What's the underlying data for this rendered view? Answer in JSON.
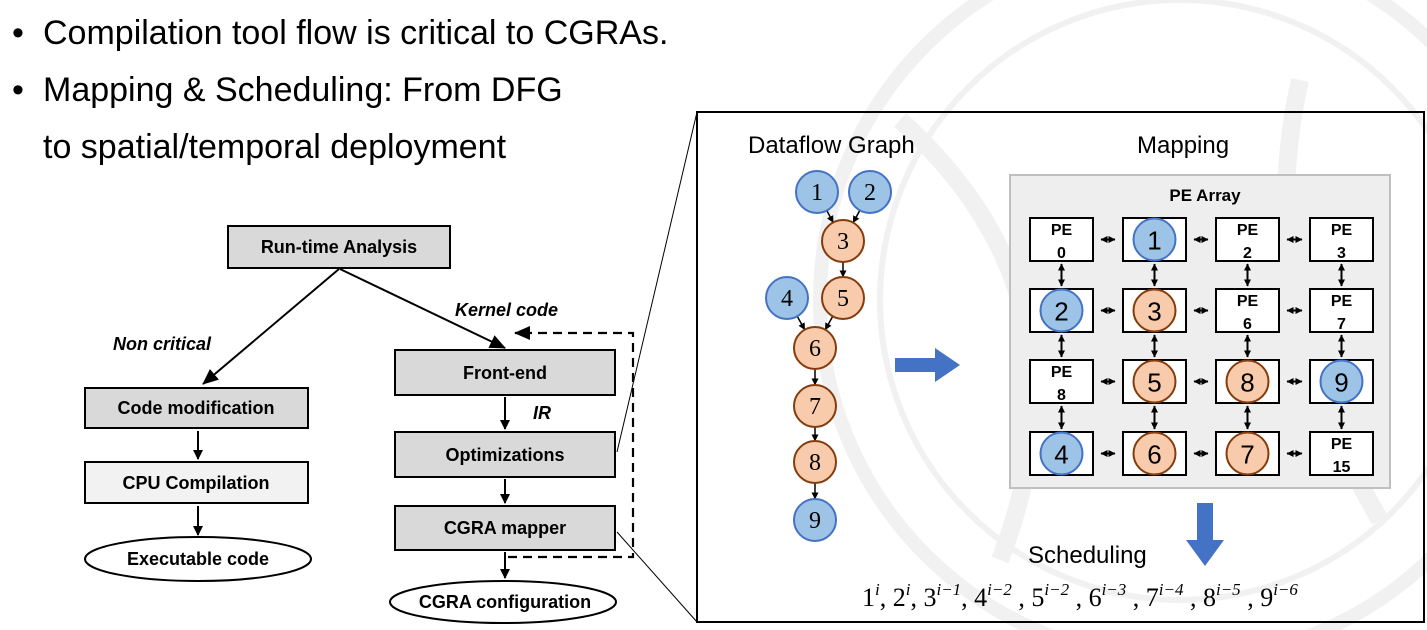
{
  "bullets": [
    "Compilation tool flow is critical to CGRAs.",
    "Mapping & Scheduling: From DFG",
    "to spatial/temporal deployment"
  ],
  "bullet_symbol": "•",
  "flowchart": {
    "runtime_analysis": "Run-time Analysis",
    "non_critical": "Non critical",
    "kernel_code": "Kernel code",
    "code_modification": "Code modification",
    "cpu_compilation": "CPU Compilation",
    "executable_code": "Executable code",
    "front_end": "Front-end",
    "ir": "IR",
    "optimizations": "Optimizations",
    "cgra_mapper": "CGRA mapper",
    "cgra_configuration": "CGRA configuration"
  },
  "panel": {
    "dataflow_title": "Dataflow Graph",
    "mapping_title": "Mapping",
    "pe_array_title": "PE Array",
    "scheduling_title": "Scheduling"
  },
  "colors": {
    "blue_fill": "#9dc3e6",
    "blue_stroke": "#4472c4",
    "orange_fill": "#f8cbad",
    "orange_stroke": "#843c0c",
    "arrow_blue": "#4472c4",
    "box_gray": "#d9d9d9",
    "box_light": "#f2f2f2"
  },
  "dfg": {
    "nodes": [
      {
        "id": "1",
        "color": "blue"
      },
      {
        "id": "2",
        "color": "blue"
      },
      {
        "id": "3",
        "color": "orange"
      },
      {
        "id": "4",
        "color": "blue"
      },
      {
        "id": "5",
        "color": "orange"
      },
      {
        "id": "6",
        "color": "orange"
      },
      {
        "id": "7",
        "color": "orange"
      },
      {
        "id": "8",
        "color": "orange"
      },
      {
        "id": "9",
        "color": "blue"
      }
    ],
    "edges": [
      [
        "1",
        "3"
      ],
      [
        "2",
        "3"
      ],
      [
        "3",
        "5"
      ],
      [
        "4",
        "6"
      ],
      [
        "5",
        "6"
      ],
      [
        "6",
        "7"
      ],
      [
        "7",
        "8"
      ],
      [
        "8",
        "9"
      ]
    ]
  },
  "pe_grid": [
    {
      "pe": "PE",
      "num": "0"
    },
    {
      "node": "1",
      "color": "blue"
    },
    {
      "pe": "PE",
      "num": "2"
    },
    {
      "pe": "PE",
      "num": "3"
    },
    {
      "node": "2",
      "color": "blue"
    },
    {
      "node": "3",
      "color": "orange"
    },
    {
      "pe": "PE",
      "num": "6"
    },
    {
      "pe": "PE",
      "num": "7"
    },
    {
      "pe": "PE",
      "num": "8"
    },
    {
      "node": "5",
      "color": "orange"
    },
    {
      "node": "8",
      "color": "orange"
    },
    {
      "node": "9",
      "color": "blue"
    },
    {
      "node": "4",
      "color": "blue"
    },
    {
      "node": "6",
      "color": "orange"
    },
    {
      "node": "7",
      "color": "orange"
    },
    {
      "pe": "PE",
      "num": "15"
    }
  ],
  "schedule": [
    {
      "base": "1",
      "sup": "i",
      "sep": ", "
    },
    {
      "base": "2",
      "sup": "i",
      "sep": ", "
    },
    {
      "base": "3",
      "sup": "i−1",
      "sep": ", "
    },
    {
      "base": "4",
      "sup": "i−2",
      "sep": " , "
    },
    {
      "base": "5",
      "sup": "i−2",
      "sep": " , "
    },
    {
      "base": "6",
      "sup": "i−3",
      "sep": " , "
    },
    {
      "base": "7",
      "sup": "i−4",
      "sep": " , "
    },
    {
      "base": "8",
      "sup": "i−5",
      "sep": " , "
    },
    {
      "base": "9",
      "sup": "i−6",
      "sep": ""
    }
  ]
}
